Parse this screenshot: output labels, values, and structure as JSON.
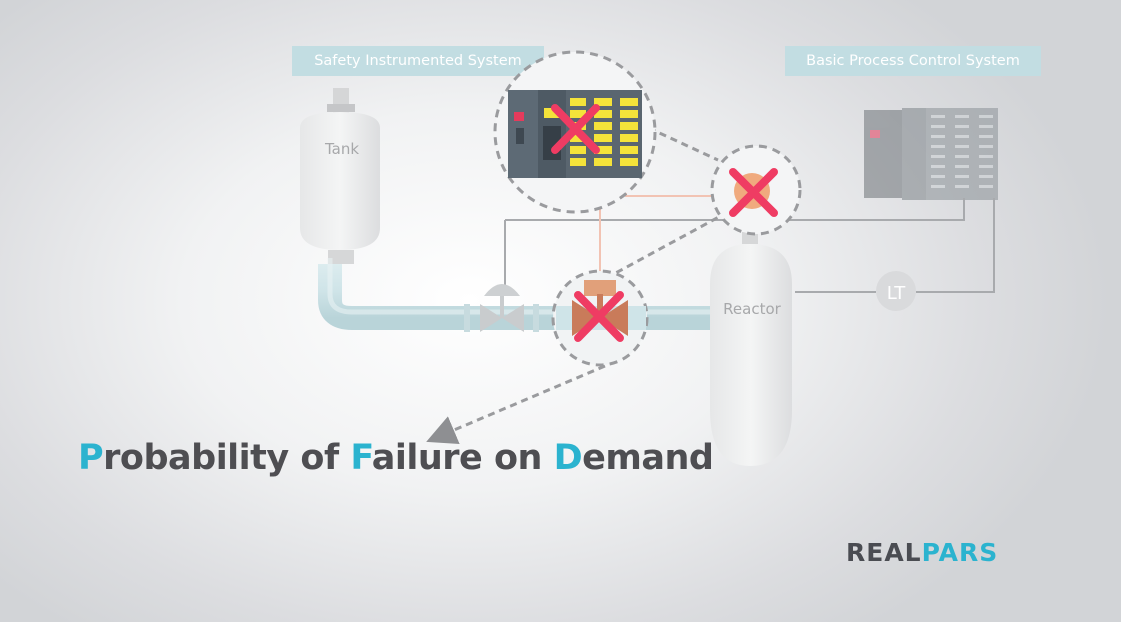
{
  "labels": {
    "sis": "Safety Instrumented System",
    "bpcs": "Basic Process Control System",
    "tank": "Tank",
    "reactor": "Reactor",
    "level_transmitter": "LT"
  },
  "title": {
    "parts": [
      {
        "text": "P",
        "accent": true
      },
      {
        "text": "robability of ",
        "accent": false
      },
      {
        "text": "F",
        "accent": true
      },
      {
        "text": "ailure on ",
        "accent": false
      },
      {
        "text": "D",
        "accent": true
      },
      {
        "text": "emand",
        "accent": false
      }
    ]
  },
  "logo": {
    "part1": "REAL",
    "part2": "PARS"
  },
  "colors": {
    "accent": "#2bb3cf",
    "failure_mark": "#ef3c63",
    "label_bg": "#c2dde2",
    "headline": "#4e4e52"
  },
  "failed_components": [
    "sis-logic-solver",
    "sensor",
    "final-element-valve"
  ]
}
